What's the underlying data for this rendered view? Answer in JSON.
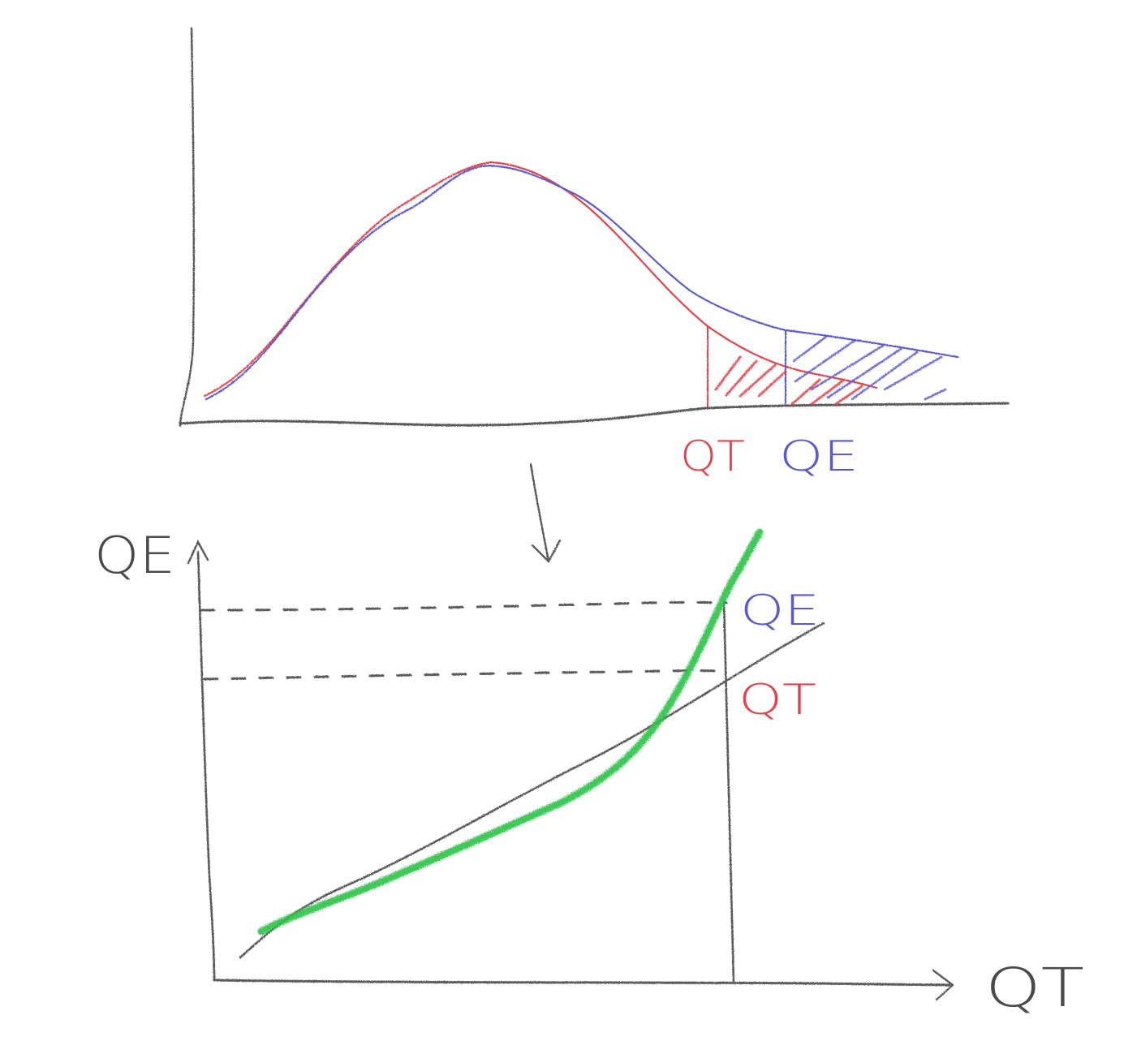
{
  "colors": {
    "ink": "#5a5a5a",
    "theoretical": "#e0444c",
    "empirical": "#5a5ad0",
    "qq": "#2fc24a"
  },
  "top_panel": {
    "label_qt": "QT",
    "label_qe": "QE"
  },
  "bottom_panel": {
    "y_axis_label": "QE",
    "x_axis_label": "QT",
    "label_qe": "QE",
    "label_qt": "QT"
  }
}
